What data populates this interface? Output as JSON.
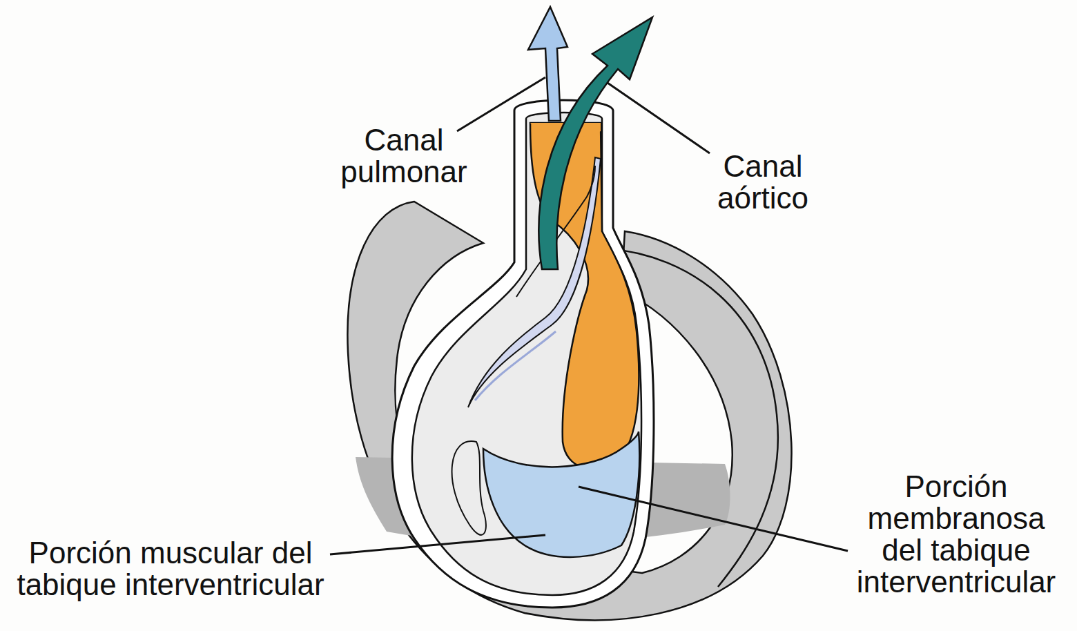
{
  "diagram": {
    "labels": [
      "Canal pulmonar",
      "Canal aórtico",
      "Porción muscular del tabique interventricular",
      "Porción membranosa del tabique interventricular"
    ]
  }
}
